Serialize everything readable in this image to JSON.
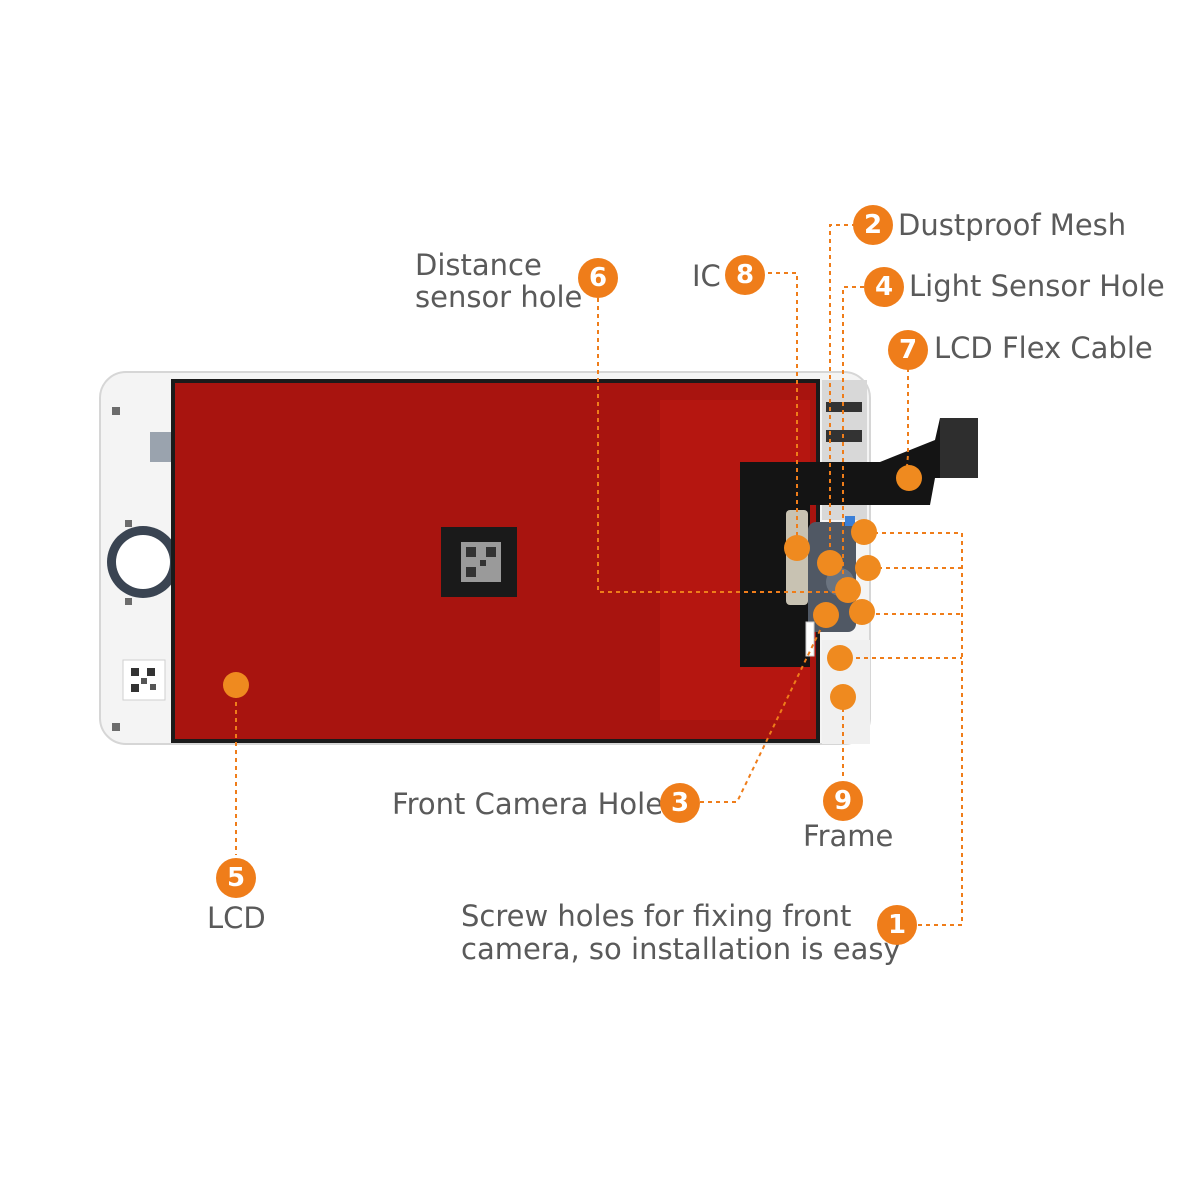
{
  "accent_color": "#ef7d1a",
  "callouts": [
    {
      "number": "1",
      "label_line1": "Screw holes for fixing front",
      "label_line2": "camera, so installation is easy"
    },
    {
      "number": "2",
      "label": "Dustproof Mesh"
    },
    {
      "number": "3",
      "label": "Front Camera Hole"
    },
    {
      "number": "4",
      "label": "Light Sensor Hole"
    },
    {
      "number": "5",
      "label": "LCD"
    },
    {
      "number": "6",
      "label_line1": "Distance",
      "label_line2": "sensor hole"
    },
    {
      "number": "7",
      "label": "LCD Flex Cable"
    },
    {
      "number": "8",
      "label": "IC"
    },
    {
      "number": "9",
      "label": "Frame"
    }
  ]
}
